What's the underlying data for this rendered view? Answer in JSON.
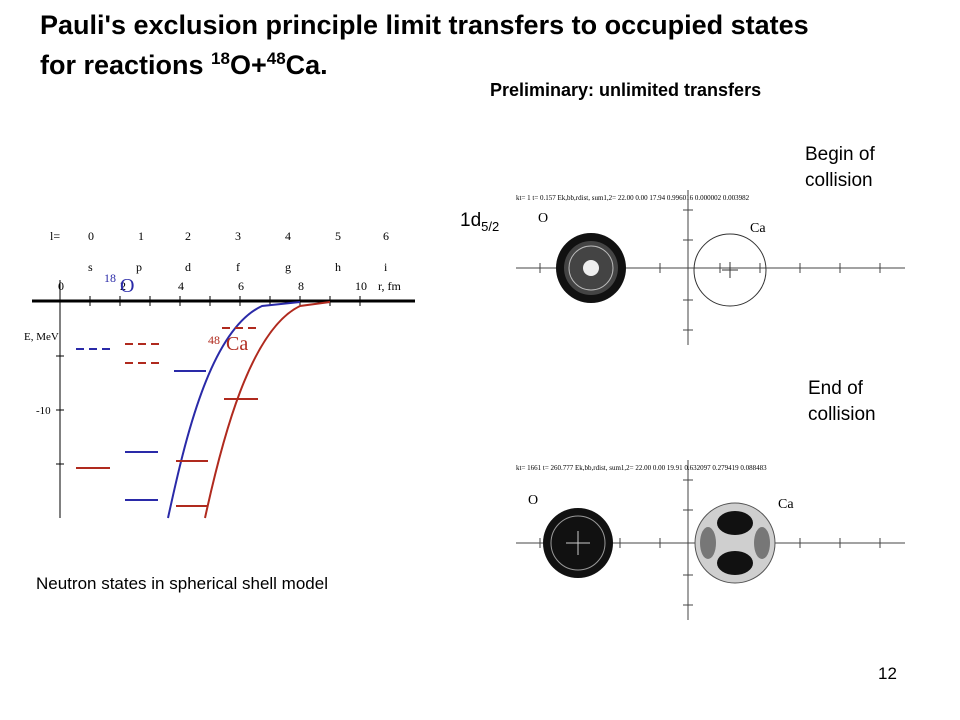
{
  "title": {
    "line1": "Pauli's exclusion principle limit transfers to occupied states",
    "line2_prefix": "for reactions ",
    "o_mass": "18",
    "o_symbol": "O+",
    "ca_mass": "48",
    "ca_symbol": "Ca."
  },
  "subtitle": "Preliminary: unlimited transfers",
  "shell_model": {
    "caption": "Neutron states in spherical shell model",
    "l_label": "l=",
    "l_values": [
      "0",
      "1",
      "2",
      "3",
      "4",
      "5",
      "6"
    ],
    "l_letters": [
      "s",
      "p",
      "d",
      "f",
      "g",
      "h",
      "i"
    ],
    "r_ticks": [
      "0",
      "2",
      "4",
      "6",
      "8",
      "10"
    ],
    "r_unit": "r, fm",
    "e_label": "E, MeV",
    "e_tick": "-10",
    "o_mass": "18",
    "o_symbol": "O",
    "ca_mass": "48",
    "ca_symbol": "Ca",
    "colors": {
      "oxygen": "#2a2aa8",
      "calcium": "#b02a1e"
    }
  },
  "state_label": {
    "main": "1d",
    "sub": "5/2"
  },
  "begin_panel": {
    "note_line1": "Begin of",
    "note_line2": "collision",
    "header": "kt=     1 t=   0.157 Ek,bb,rdist, sum1,2=    22.00      0.00    17.94 0.996016 0.000002 0.003982",
    "label_o": "O",
    "label_ca": "Ca"
  },
  "end_panel": {
    "note_line1": "End  of",
    "note_line2": "collision",
    "header": "kt= 1661 t= 260.777 Ek,bb,rdist, sum1,2=    22.00      0.00    19.91 0.632097 0.279419 0.088483",
    "label_o": "O",
    "label_ca": "Ca"
  },
  "page_number": "12"
}
